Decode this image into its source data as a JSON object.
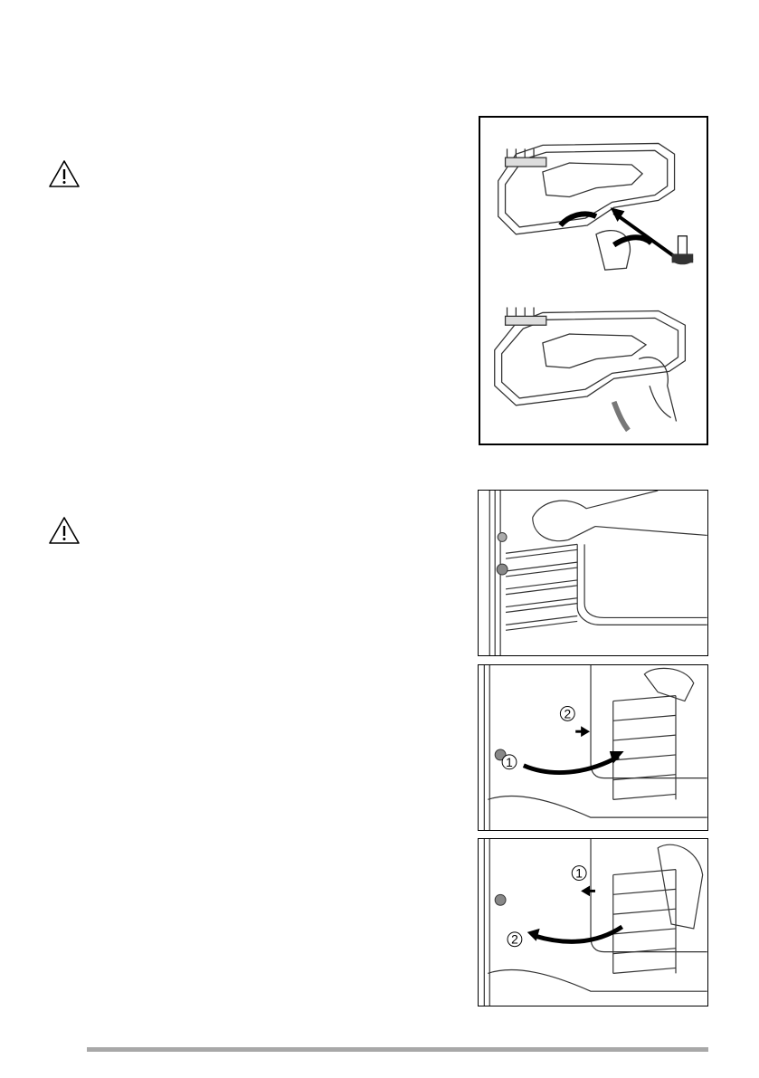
{
  "figures": {
    "fig_shelf_remove": {
      "callouts": [
        "2",
        "1"
      ]
    },
    "fig_shelf_install": {
      "callouts": [
        "1",
        "2"
      ]
    }
  },
  "icons": [
    "warning-icon",
    "warning-icon"
  ],
  "colors": {
    "footer_rule": "#a8a8a8"
  }
}
